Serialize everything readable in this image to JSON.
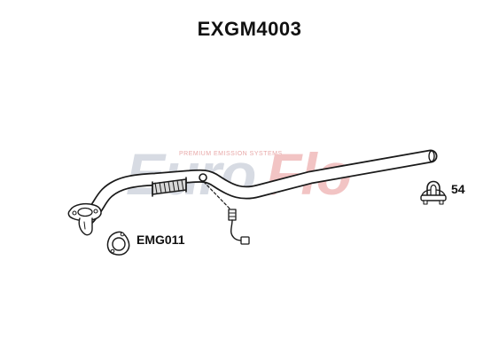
{
  "title": "EXGM4003",
  "watermark": {
    "tagline": "PREMIUM EMISSION SYSTEMS",
    "brand_part1": "Euro",
    "brand_part2": "Flo",
    "colors": {
      "euro": "#d7dbe3",
      "flo": "#f2c4c4",
      "tagline": "#e8a8a8"
    }
  },
  "labels": {
    "gasket": "EMG011",
    "clamp": "54"
  },
  "colors": {
    "line": "#1a1a1a",
    "fill": "#ffffff",
    "flex": "#cfcfcf"
  },
  "icons": [
    "exhaust-pipe-icon",
    "flex-joint-icon",
    "lambda-sensor-icon",
    "flange-gasket-icon",
    "u-bolt-clamp-icon"
  ]
}
